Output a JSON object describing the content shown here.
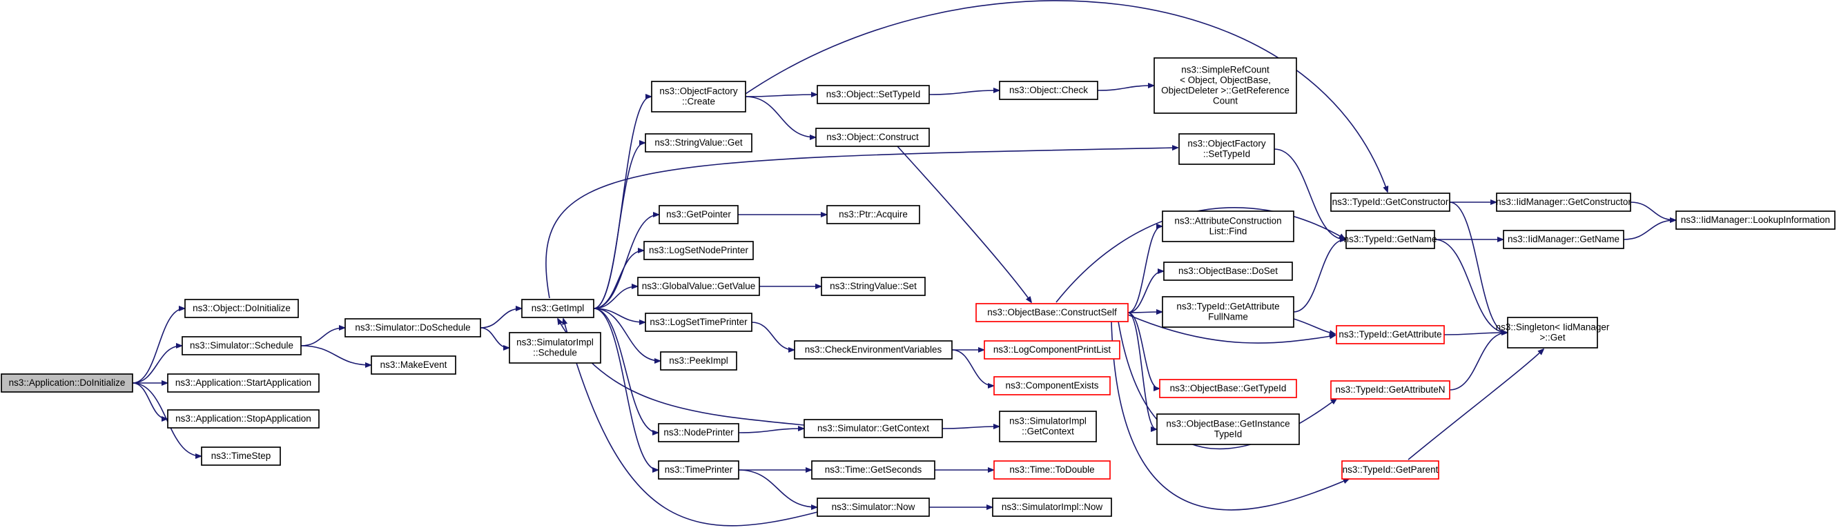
{
  "graph": {
    "colors": {
      "edge": "#191970",
      "node_border": "#000000",
      "red_border": "#ff0000",
      "root_fill": "#bfbfbf"
    },
    "nodes": [
      {
        "id": "n0",
        "lines": [
          "ns3::Application::DoInitialize"
        ],
        "style": "root"
      },
      {
        "id": "n1",
        "lines": [
          "ns3::Object::DoInitialize"
        ]
      },
      {
        "id": "n2",
        "lines": [
          "ns3::Simulator::Schedule"
        ]
      },
      {
        "id": "n3",
        "lines": [
          "ns3::Application::StartApplication"
        ]
      },
      {
        "id": "n4",
        "lines": [
          "ns3::Application::StopApplication"
        ]
      },
      {
        "id": "n5",
        "lines": [
          "ns3::TimeStep"
        ]
      },
      {
        "id": "n6",
        "lines": [
          "ns3::Simulator::DoSchedule"
        ]
      },
      {
        "id": "n7",
        "lines": [
          "ns3::MakeEvent"
        ]
      },
      {
        "id": "n8",
        "lines": [
          "ns3::GetImpl"
        ]
      },
      {
        "id": "n9",
        "lines": [
          "ns3::SimulatorImpl",
          "::Schedule"
        ]
      },
      {
        "id": "n10",
        "lines": [
          "ns3::ObjectFactory",
          "::Create"
        ]
      },
      {
        "id": "n11",
        "lines": [
          "ns3::StringValue::Get"
        ]
      },
      {
        "id": "n12",
        "lines": [
          "ns3::GetPointer"
        ]
      },
      {
        "id": "n13",
        "lines": [
          "ns3::LogSetNodePrinter"
        ]
      },
      {
        "id": "n14",
        "lines": [
          "ns3::GlobalValue::GetValue"
        ]
      },
      {
        "id": "n15",
        "lines": [
          "ns3::LogSetTimePrinter"
        ]
      },
      {
        "id": "n16",
        "lines": [
          "ns3::PeekImpl"
        ]
      },
      {
        "id": "n17",
        "lines": [
          "ns3::NodePrinter"
        ]
      },
      {
        "id": "n18",
        "lines": [
          "ns3::TimePrinter"
        ]
      },
      {
        "id": "n19",
        "lines": [
          "ns3::Object::SetTypeId"
        ]
      },
      {
        "id": "n20",
        "lines": [
          "ns3::Object::Construct"
        ]
      },
      {
        "id": "n21",
        "lines": [
          "ns3::Ptr::Acquire"
        ]
      },
      {
        "id": "n22",
        "lines": [
          "ns3::StringValue::Set"
        ]
      },
      {
        "id": "n23",
        "lines": [
          "ns3::CheckEnvironmentVariables"
        ]
      },
      {
        "id": "n24",
        "lines": [
          "ns3::Simulator::GetContext"
        ]
      },
      {
        "id": "n25",
        "lines": [
          "ns3::Time::GetSeconds"
        ]
      },
      {
        "id": "n26",
        "lines": [
          "ns3::Simulator::Now"
        ]
      },
      {
        "id": "n27",
        "lines": [
          "ns3::Object::Check"
        ]
      },
      {
        "id": "n28",
        "lines": [
          "ns3::ObjectBase::ConstructSelf"
        ],
        "style": "red"
      },
      {
        "id": "n29",
        "lines": [
          "ns3::LogComponentPrintList"
        ],
        "style": "red"
      },
      {
        "id": "n30",
        "lines": [
          "ns3::ComponentExists"
        ],
        "style": "red"
      },
      {
        "id": "n31",
        "lines": [
          "ns3::SimulatorImpl",
          "::GetContext"
        ]
      },
      {
        "id": "n32",
        "lines": [
          "ns3::Time::ToDouble"
        ],
        "style": "red"
      },
      {
        "id": "n33",
        "lines": [
          "ns3::SimulatorImpl::Now"
        ]
      },
      {
        "id": "n34",
        "lines": [
          "ns3::SimpleRefCount",
          "< Object, ObjectBase,",
          "ObjectDeleter >::GetReference",
          "Count"
        ]
      },
      {
        "id": "n35",
        "lines": [
          "ns3::ObjectFactory",
          "::SetTypeId"
        ]
      },
      {
        "id": "n36",
        "lines": [
          "ns3::AttributeConstruction",
          "List::Find"
        ]
      },
      {
        "id": "n37",
        "lines": [
          "ns3::ObjectBase::DoSet"
        ]
      },
      {
        "id": "n38",
        "lines": [
          "ns3::TypeId::GetAttribute",
          "FullName"
        ]
      },
      {
        "id": "n39",
        "lines": [
          "ns3::ObjectBase::GetTypeId"
        ],
        "style": "red"
      },
      {
        "id": "n40",
        "lines": [
          "ns3::ObjectBase::GetInstance",
          "TypeId"
        ]
      },
      {
        "id": "n41",
        "lines": [
          "ns3::TypeId::GetConstructor"
        ]
      },
      {
        "id": "n42",
        "lines": [
          "ns3::TypeId::GetName"
        ]
      },
      {
        "id": "n43",
        "lines": [
          "ns3::TypeId::GetAttribute"
        ],
        "style": "red"
      },
      {
        "id": "n44",
        "lines": [
          "ns3::TypeId::GetAttributeN"
        ],
        "style": "red"
      },
      {
        "id": "n45",
        "lines": [
          "ns3::TypeId::GetParent"
        ],
        "style": "red"
      },
      {
        "id": "n46",
        "lines": [
          "ns3::IidManager::GetConstructor"
        ]
      },
      {
        "id": "n47",
        "lines": [
          "ns3::IidManager::GetName"
        ]
      },
      {
        "id": "n48",
        "lines": [
          "ns3::Singleton< IidManager",
          ">::Get"
        ]
      },
      {
        "id": "n49",
        "lines": [
          "ns3::IidManager::LookupInformation"
        ]
      }
    ],
    "edges": [
      [
        "n0",
        "n1"
      ],
      [
        "n0",
        "n2"
      ],
      [
        "n0",
        "n3"
      ],
      [
        "n0",
        "n4"
      ],
      [
        "n0",
        "n5"
      ],
      [
        "n2",
        "n6"
      ],
      [
        "n2",
        "n7"
      ],
      [
        "n6",
        "n8"
      ],
      [
        "n6",
        "n9"
      ],
      [
        "n8",
        "n10"
      ],
      [
        "n8",
        "n11"
      ],
      [
        "n8",
        "n12"
      ],
      [
        "n8",
        "n13"
      ],
      [
        "n8",
        "n14"
      ],
      [
        "n8",
        "n15"
      ],
      [
        "n8",
        "n16"
      ],
      [
        "n8",
        "n17"
      ],
      [
        "n8",
        "n18"
      ],
      [
        "n8",
        "n35"
      ],
      [
        "n10",
        "n19"
      ],
      [
        "n10",
        "n20"
      ],
      [
        "n10",
        "n41"
      ],
      [
        "n19",
        "n27"
      ],
      [
        "n27",
        "n34"
      ],
      [
        "n20",
        "n28"
      ],
      [
        "n12",
        "n21"
      ],
      [
        "n14",
        "n22"
      ],
      [
        "n15",
        "n23"
      ],
      [
        "n23",
        "n29"
      ],
      [
        "n23",
        "n30"
      ],
      [
        "n17",
        "n24"
      ],
      [
        "n24",
        "n8"
      ],
      [
        "n24",
        "n31"
      ],
      [
        "n18",
        "n25"
      ],
      [
        "n18",
        "n26"
      ],
      [
        "n25",
        "n32"
      ],
      [
        "n26",
        "n33"
      ],
      [
        "n26",
        "n8"
      ],
      [
        "n35",
        "n42"
      ],
      [
        "n28",
        "n36"
      ],
      [
        "n28",
        "n37"
      ],
      [
        "n28",
        "n38"
      ],
      [
        "n28",
        "n39"
      ],
      [
        "n28",
        "n40"
      ],
      [
        "n28",
        "n42"
      ],
      [
        "n28",
        "n43"
      ],
      [
        "n28",
        "n44"
      ],
      [
        "n28",
        "n45"
      ],
      [
        "n38",
        "n42"
      ],
      [
        "n38",
        "n43"
      ],
      [
        "n41",
        "n46"
      ],
      [
        "n41",
        "n48"
      ],
      [
        "n42",
        "n47"
      ],
      [
        "n42",
        "n48"
      ],
      [
        "n43",
        "n48"
      ],
      [
        "n44",
        "n48"
      ],
      [
        "n45",
        "n48"
      ],
      [
        "n46",
        "n49"
      ],
      [
        "n47",
        "n49"
      ]
    ]
  }
}
